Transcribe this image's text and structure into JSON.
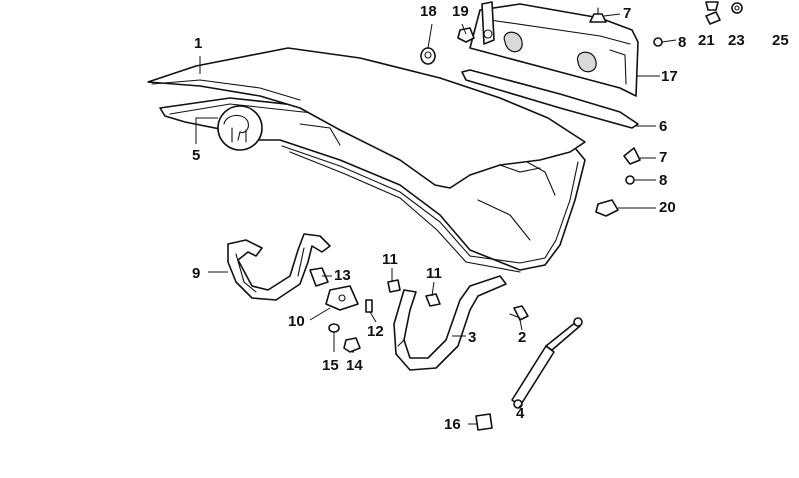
{
  "callouts": [
    {
      "id": "c1",
      "text": "1"
    },
    {
      "id": "c2",
      "text": "2"
    },
    {
      "id": "c3",
      "text": "3"
    },
    {
      "id": "c4",
      "text": "4"
    },
    {
      "id": "c5",
      "text": "5"
    },
    {
      "id": "c6",
      "text": "6"
    },
    {
      "id": "c7a",
      "text": "7"
    },
    {
      "id": "c7b",
      "text": "7"
    },
    {
      "id": "c8a",
      "text": "8"
    },
    {
      "id": "c8b",
      "text": "8"
    },
    {
      "id": "c9",
      "text": "9"
    },
    {
      "id": "c10",
      "text": "10"
    },
    {
      "id": "c11a",
      "text": "11"
    },
    {
      "id": "c11b",
      "text": "11"
    },
    {
      "id": "c12",
      "text": "12"
    },
    {
      "id": "c13",
      "text": "13"
    },
    {
      "id": "c14",
      "text": "14"
    },
    {
      "id": "c15",
      "text": "15"
    },
    {
      "id": "c16",
      "text": "16"
    },
    {
      "id": "c17",
      "text": "17"
    },
    {
      "id": "c18",
      "text": "18"
    },
    {
      "id": "c19",
      "text": "19"
    },
    {
      "id": "c20",
      "text": "20"
    },
    {
      "id": "c21",
      "text": "21"
    },
    {
      "id": "c23",
      "text": "23"
    },
    {
      "id": "c25",
      "text": "25"
    }
  ]
}
